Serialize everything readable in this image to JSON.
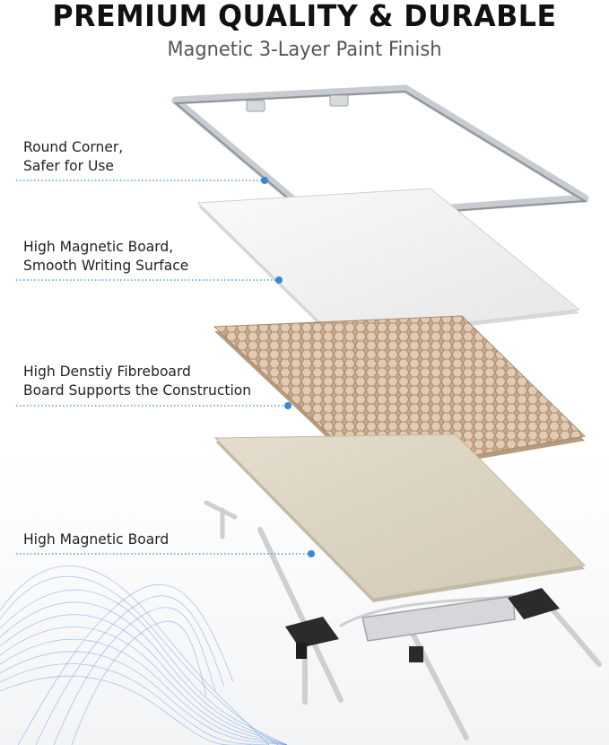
{
  "header": {
    "title": "PREMIUM QUALITY & DURABLE",
    "subtitle": "Magnetic 3-Layer Paint Finish"
  },
  "callouts": [
    {
      "line1": "Round Corner,",
      "line2": "Safer for Use"
    },
    {
      "line1": "High Magnetic Board,",
      "line2": "Smooth Writing Surface"
    },
    {
      "line1": "High Denstiy Fibreboard",
      "line2": "Board Supports the Construction"
    },
    {
      "line1": "High Magnetic Board",
      "line2": ""
    }
  ],
  "colors": {
    "accent_dot": "#3a86d8",
    "leader_line": "#3a86d8",
    "frame_aluminum": "#bfc3c7",
    "white_board": "#f2f2f2",
    "fibreboard": "#cfb296",
    "back_board": "#dcd5c3",
    "stand": "#eeeeee",
    "clip": "#2a2a2a",
    "wave_pattern": "#5b8fd6"
  },
  "icons": [
    "aluminum-frame-graphic",
    "whiteboard-layer-graphic",
    "honeycomb-fibreboard-graphic",
    "back-magnetic-board-graphic",
    "easel-stand-graphic",
    "wave-pattern-decoration"
  ]
}
